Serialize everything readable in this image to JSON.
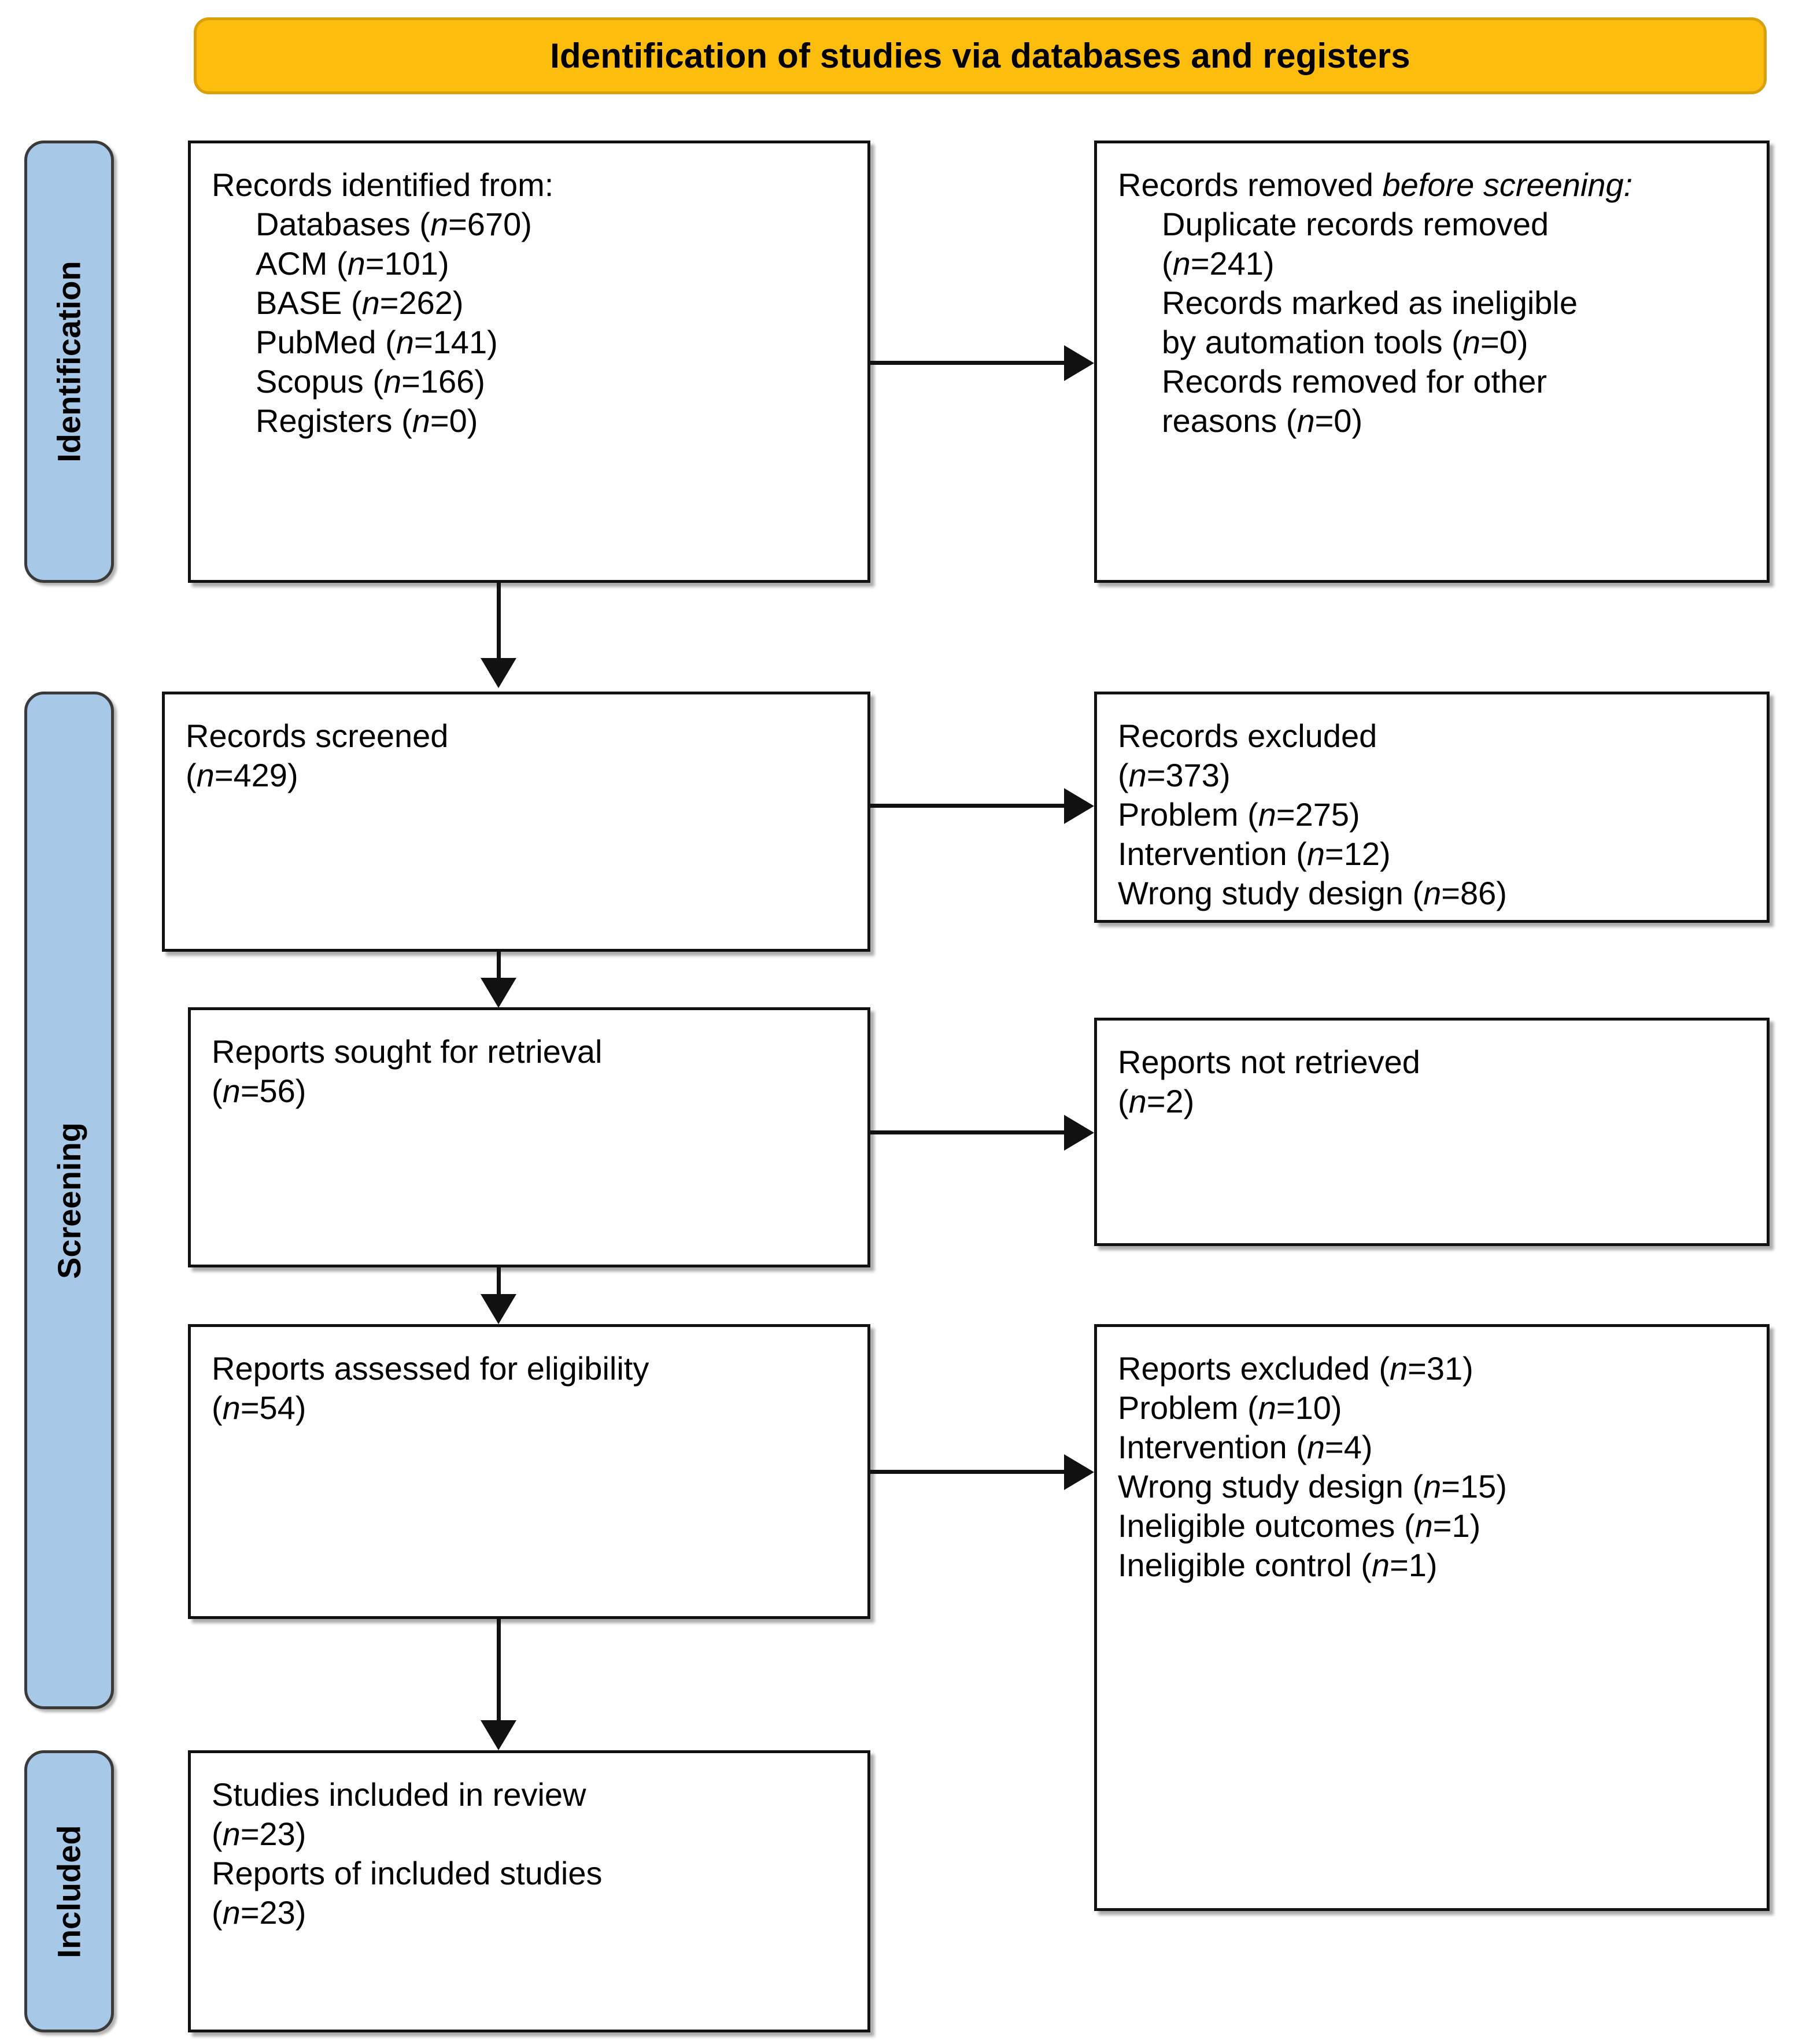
{
  "banner": {
    "title": "Identification of studies via databases and registers"
  },
  "stages": [
    {
      "id": "identification",
      "label": "Identification"
    },
    {
      "id": "screening",
      "label": "Screening"
    },
    {
      "id": "included",
      "label": "Included"
    }
  ],
  "boxes": {
    "identified": {
      "heading": "Records identified from:",
      "items": [
        "Databases (n=670)",
        "ACM (n=101)",
        "BASE (n=262)",
        "PubMed (n=141)",
        "Scopus (n=166)",
        "Registers (n=0)"
      ],
      "lines": {
        "l0": "Records identified from:",
        "l1_label": "Databases (",
        "l1_n": "n",
        "l1_val": "=670)",
        "l2_label": "ACM (",
        "l2_n": "n",
        "l2_val": "=101)",
        "l3_label": "BASE (",
        "l3_n": "n",
        "l3_val": "=262)",
        "l4_label": "PubMed (",
        "l4_n": "n",
        "l4_val": "=141)",
        "l5_label": "Scopus (",
        "l5_n": "n",
        "l5_val": "=166)",
        "l6_label": "Registers (",
        "l6_n": "n",
        "l6_val": "=0)"
      }
    },
    "removed": {
      "heading_plain": "Records removed ",
      "heading_italic": "before screening",
      "heading_tail": ":",
      "l1": "Duplicate records removed",
      "l1b_open": "(",
      "l1b_n": "n",
      "l1b_val": "=241)",
      "l2a": "Records marked as ineligible",
      "l2b": "by automation tools (",
      "l2b_n": "n",
      "l2b_val": "=0)",
      "l3a": "Records removed for other",
      "l3b": "reasons (",
      "l3b_n": "n",
      "l3b_val": "=0)"
    },
    "screened": {
      "l0": "Records screened",
      "l1_open": "(",
      "l1_n": "n",
      "l1_val": "=429)"
    },
    "rec_excluded": {
      "l0": "Records excluded",
      "l1_open": "(",
      "l1_n": "n",
      "l1_val": "=373)",
      "l2": "Problem (",
      "l2_n": "n",
      "l2_val": "=275)",
      "l3": "Intervention (",
      "l3_n": "n",
      "l3_val": "=12)",
      "l4": "Wrong study design (",
      "l4_n": "n",
      "l4_val": "=86)"
    },
    "sought": {
      "l0": "Reports sought for retrieval",
      "l1_open": "(",
      "l1_n": "n",
      "l1_val": "=56)"
    },
    "not_retrieved": {
      "l0": "Reports not retrieved",
      "l1_open": "(",
      "l1_n": "n",
      "l1_val": "=2)"
    },
    "assessed": {
      "l0": "Reports assessed for eligibility",
      "l1_open": "(",
      "l1_n": "n",
      "l1_val": "=54)"
    },
    "rep_excluded": {
      "l0": "Reports excluded (",
      "l0_n": "n",
      "l0_val": "=31)",
      "l1": "Problem (",
      "l1_n": "n",
      "l1_val": "=10)",
      "l2": "Intervention (",
      "l2_n": "n",
      "l2_val": "=4)",
      "l3": "Wrong study design (",
      "l3_n": "n",
      "l3_val": "=15)",
      "l4": "Ineligible outcomes (",
      "l4_n": "n",
      "l4_val": "=1)",
      "l5": "Ineligible control (",
      "l5_n": "n",
      "l5_val": "=1)"
    },
    "included": {
      "l0": "Studies included in review",
      "l1_open": "(",
      "l1_n": "n",
      "l1_val": "=23)",
      "l2": "Reports of included studies",
      "l3_open": "(",
      "l3_n": "n",
      "l3_val": "=23)"
    }
  },
  "colors": {
    "banner_fill": "#fcbd0c",
    "banner_border": "#d9a009",
    "stage_fill": "#a8c8e8",
    "stage_border": "#3a3a3a",
    "box_border": "#111111",
    "text": "#000000"
  }
}
